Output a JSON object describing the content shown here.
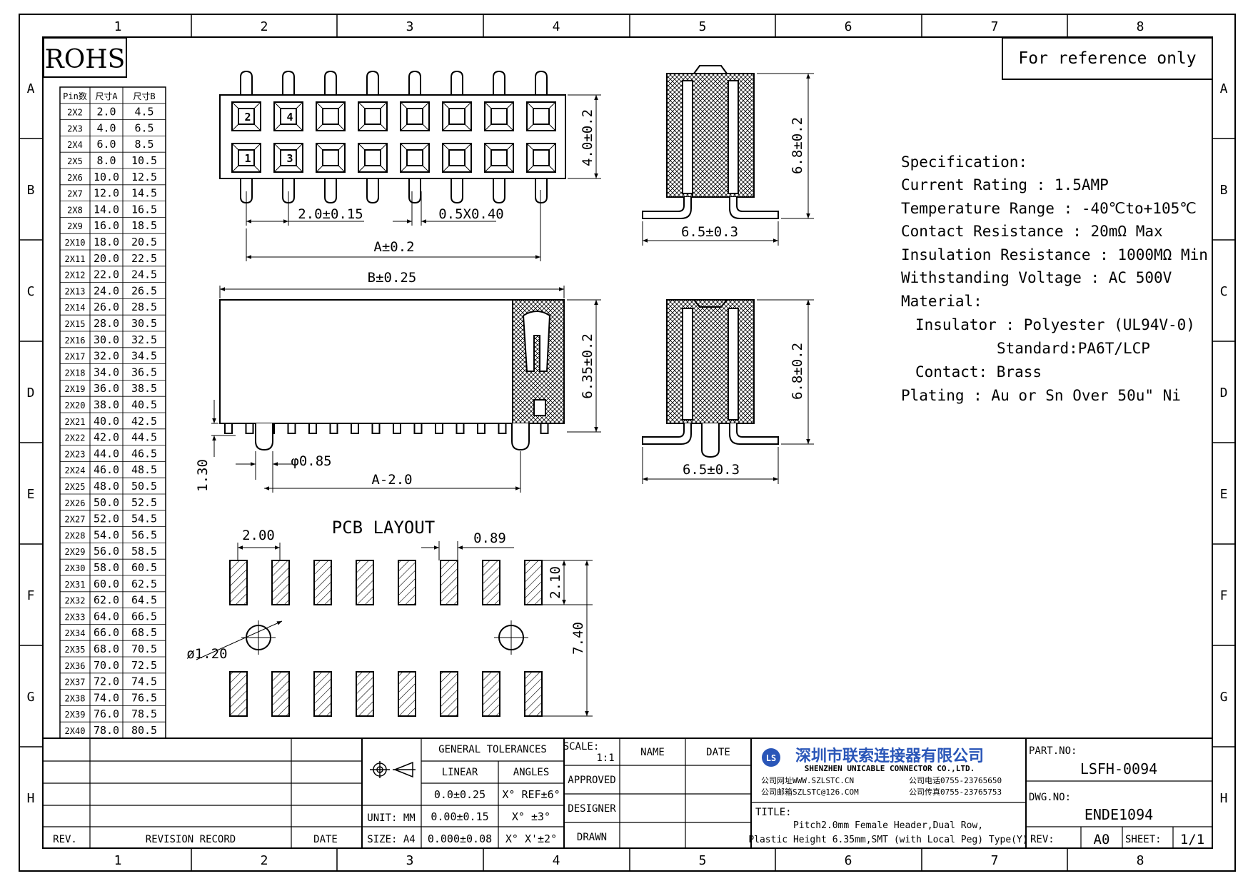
{
  "frame": {
    "columns": [
      "1",
      "2",
      "3",
      "4",
      "5",
      "6",
      "7",
      "8"
    ],
    "rows": [
      "A",
      "B",
      "C",
      "D",
      "E",
      "F",
      "G",
      "H"
    ]
  },
  "rohs": "ROHS",
  "reference": "For reference only",
  "pin_table": {
    "headers": [
      "Pin数",
      "尺寸A",
      "尺寸B"
    ],
    "rows": [
      [
        "2X2",
        "2.0",
        "4.5"
      ],
      [
        "2X3",
        "4.0",
        "6.5"
      ],
      [
        "2X4",
        "6.0",
        "8.5"
      ],
      [
        "2X5",
        "8.0",
        "10.5"
      ],
      [
        "2X6",
        "10.0",
        "12.5"
      ],
      [
        "2X7",
        "12.0",
        "14.5"
      ],
      [
        "2X8",
        "14.0",
        "16.5"
      ],
      [
        "2X9",
        "16.0",
        "18.5"
      ],
      [
        "2X10",
        "18.0",
        "20.5"
      ],
      [
        "2X11",
        "20.0",
        "22.5"
      ],
      [
        "2X12",
        "22.0",
        "24.5"
      ],
      [
        "2X13",
        "24.0",
        "26.5"
      ],
      [
        "2X14",
        "26.0",
        "28.5"
      ],
      [
        "2X15",
        "28.0",
        "30.5"
      ],
      [
        "2X16",
        "30.0",
        "32.5"
      ],
      [
        "2X17",
        "32.0",
        "34.5"
      ],
      [
        "2X18",
        "34.0",
        "36.5"
      ],
      [
        "2X19",
        "36.0",
        "38.5"
      ],
      [
        "2X20",
        "38.0",
        "40.5"
      ],
      [
        "2X21",
        "40.0",
        "42.5"
      ],
      [
        "2X22",
        "42.0",
        "44.5"
      ],
      [
        "2X23",
        "44.0",
        "46.5"
      ],
      [
        "2X24",
        "46.0",
        "48.5"
      ],
      [
        "2X25",
        "48.0",
        "50.5"
      ],
      [
        "2X26",
        "50.0",
        "52.5"
      ],
      [
        "2X27",
        "52.0",
        "54.5"
      ],
      [
        "2X28",
        "54.0",
        "56.5"
      ],
      [
        "2X29",
        "56.0",
        "58.5"
      ],
      [
        "2X30",
        "58.0",
        "60.5"
      ],
      [
        "2X31",
        "60.0",
        "62.5"
      ],
      [
        "2X32",
        "62.0",
        "64.5"
      ],
      [
        "2X33",
        "64.0",
        "66.5"
      ],
      [
        "2X34",
        "66.0",
        "68.5"
      ],
      [
        "2X35",
        "68.0",
        "70.5"
      ],
      [
        "2X36",
        "70.0",
        "72.5"
      ],
      [
        "2X37",
        "72.0",
        "74.5"
      ],
      [
        "2X38",
        "74.0",
        "76.5"
      ],
      [
        "2X39",
        "76.0",
        "78.5"
      ],
      [
        "2X40",
        "78.0",
        "80.5"
      ]
    ]
  },
  "top_view": {
    "pin_labels_top": [
      "2",
      "4"
    ],
    "pin_labels_bottom": [
      "1",
      "3"
    ],
    "dim_pitch": "2.0±0.15",
    "dim_pin": "0.5X0.40",
    "dim_a": "A±0.2",
    "dim_height": "4.0±0.2"
  },
  "side_top": {
    "dim_height": "6.8±0.2",
    "dim_width": "6.5±0.3"
  },
  "front_view": {
    "dim_b": "B±0.25",
    "dim_height": "6.35±0.2",
    "dim_peg": "φ0.85",
    "dim_a2": "A-2.0",
    "dim_leg": "1.30"
  },
  "side_bottom": {
    "dim_height": "6.8±0.2",
    "dim_width": "6.5±0.3"
  },
  "pcb": {
    "title": "PCB LAYOUT",
    "dim_pitch": "2.00",
    "dim_pad": "0.89",
    "dim_pad_len": "2.10",
    "dim_span": "7.40",
    "dim_hole": "ø1.20"
  },
  "spec": {
    "lines": [
      "Specification:",
      "Current Rating : 1.5AMP",
      "Temperature Range : -40℃to+105℃",
      "Contact Resistance : 20mΩ Max",
      "Insulation Resistance : 1000MΩ Min",
      "Withstanding Voltage : AC 500V",
      "Material:",
      "Insulator : Polyester (UL94V-0)",
      "Standard:PA6T/LCP",
      "Contact: Brass",
      "Plating : Au or Sn Over 50u\" Ni"
    ]
  },
  "title_block": {
    "rev_col": "REV.",
    "revision_record": "REVISION RECORD",
    "date_col": "DATE",
    "unit": "UNIT: MM",
    "size": "SIZE: A4",
    "general_tolerances": "GENERAL TOLERANCES",
    "linear": "LINEAR",
    "angles": "ANGLES",
    "lin1": "0.0±0.25",
    "lin2": "0.00±0.15",
    "lin3": "0.000±0.08",
    "ang1": "X° REF±6°",
    "ang2": "X° ±3°",
    "ang3": "X° X'±2°",
    "scale_label": "SCALE:",
    "scale_value": "1:1",
    "name": "NAME",
    "date": "DATE",
    "approved": "APPROVED",
    "designer": "DESIGNER",
    "drawn": "DRAWN",
    "company_cn": "深圳市联索连接器有限公司",
    "company_en": "SHENZHEN UNICABLE CONNECTOR CO.,LTD.",
    "web": "公司网址WWW.SZLSTC.CN",
    "email": "公司邮箱SZLSTC@126.COM",
    "tel": "公司电话0755-23765650",
    "fax": "公司传真0755-23765753",
    "logo": "LS",
    "title_label": "TITLE:",
    "title_line1": "Pitch2.0mm Female Header,Dual Row,",
    "title_line2": "Plastic Height 6.35mm,SMT (with Local Peg) Type(Y)",
    "part_label": "PART.NO:",
    "part_no": "LSFH-0094",
    "dwg_label": "DWG.NO:",
    "dwg_no": "ENDE1094",
    "rev_label": "REV:",
    "rev_value": "A0",
    "sheet_label": "SHEET:",
    "sheet_value": "1/1"
  }
}
